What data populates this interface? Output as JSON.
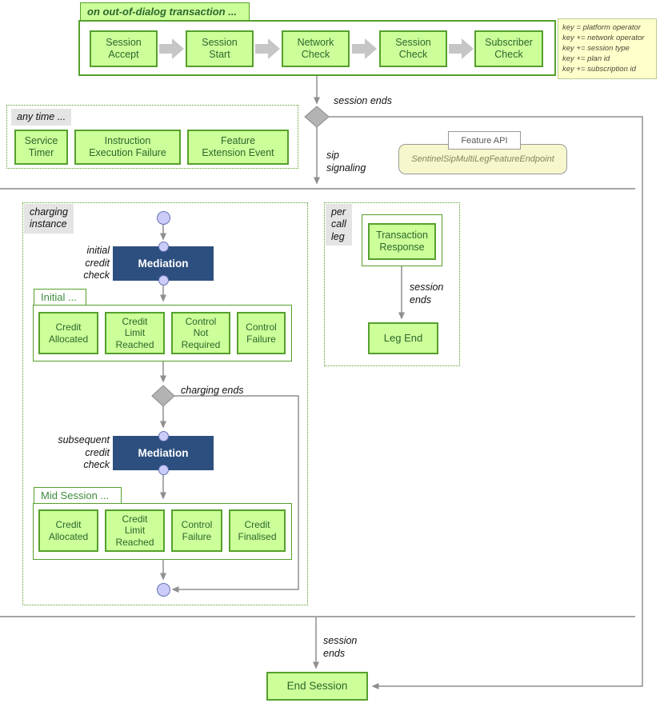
{
  "colors": {
    "node_fill_green": "#ccff99",
    "node_border_green": "#55a02c",
    "node_text_green": "#2d662d",
    "mediation_blue": "#2d4f7f",
    "key_note_yellow": "#ffffcc",
    "endpoint_yellow": "#f7f7cd",
    "diamond_gray": "#b3b3b3",
    "connector_gray": "#8f8f8f",
    "label_bg_gray": "#e4e4e4",
    "pin_lavender": "#ccccfa"
  },
  "top_flow": {
    "label": "on out-of-dialog transaction ...",
    "steps": [
      "Session\nAccept",
      "Session\nStart",
      "Network\nCheck",
      "Session\nCheck",
      "Subscriber\nCheck"
    ]
  },
  "key_note": {
    "lines": [
      "key = platform operator",
      "key += network operator",
      "key += session type",
      "key += plan id",
      "key += subscription id"
    ]
  },
  "any_time": {
    "label": "any time ...",
    "events": [
      "Service\nTimer",
      "Instruction\nExecution Failure",
      "Feature\nExtension Event"
    ]
  },
  "feature_api": {
    "title": "Feature API",
    "endpoint": "SentinelSipMultiLegFeatureEndpoint"
  },
  "edges": {
    "session_ends_top": "session ends",
    "sip_signaling": "sip\nsignaling",
    "initial_credit_check": "initial\ncredit\ncheck",
    "charging_ends": "charging ends",
    "subsequent_credit_check": "subsequent\ncredit\ncheck",
    "session_ends_leg": "session\nends",
    "session_ends_bottom": "session\nends"
  },
  "charging": {
    "label": "charging\ninstance",
    "mediation_initial": "Mediation",
    "mediation_subsequent": "Mediation",
    "initial_group": {
      "label": "Initial ...",
      "outcomes": [
        "Credit\nAllocated",
        "Credit\nLimit\nReached",
        "Control\nNot\nRequired",
        "Control\nFailure"
      ]
    },
    "mid_group": {
      "label": "Mid Session ...",
      "outcomes": [
        "Credit\nAllocated",
        "Credit\nLimit\nReached",
        "Control\nFailure",
        "Credit\nFinalised"
      ]
    }
  },
  "per_leg": {
    "label": "per\ncall\nleg",
    "transaction_response": "Transaction\nResponse",
    "leg_end": "Leg End"
  },
  "end_session": {
    "label": "End Session"
  }
}
